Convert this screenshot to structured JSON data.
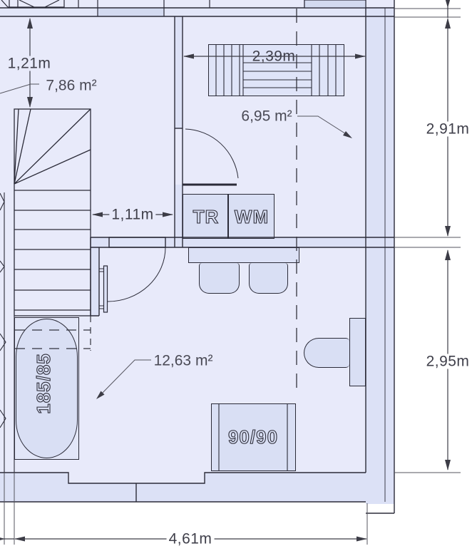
{
  "plan": {
    "dims": {
      "stair_clearance": "1,21m",
      "radiator_width": "2,39m",
      "hall_width": "1,11m",
      "utility_room_height": "2,91m",
      "bathroom_height": "2,95m",
      "bathroom_width": "4,61m"
    },
    "areas": {
      "landing": "7,86 m²",
      "utility_room": "6,95 m²",
      "bathroom": "12,63 m²"
    },
    "fixtures": {
      "dryer": "TR",
      "washing_machine": "WM",
      "bathtub": "185/85",
      "shower": "90/90"
    },
    "colors": {
      "room_background": "#e8eafa",
      "wall_fill": "#dce1f6",
      "fixture_fill": "#d9dff4",
      "line": "#2b2b38"
    }
  }
}
